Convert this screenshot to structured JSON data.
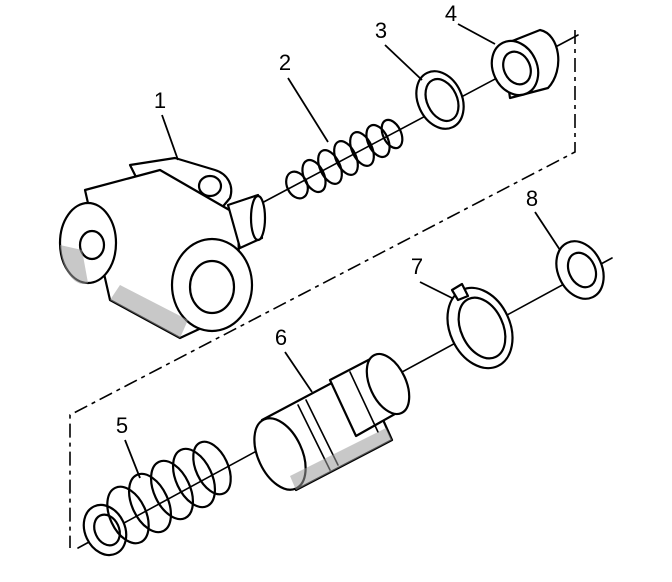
{
  "diagram": {
    "callouts": [
      {
        "id": "1",
        "label": "1"
      },
      {
        "id": "2",
        "label": "2"
      },
      {
        "id": "3",
        "label": "3"
      },
      {
        "id": "4",
        "label": "4"
      },
      {
        "id": "5",
        "label": "5"
      },
      {
        "id": "6",
        "label": "6"
      },
      {
        "id": "7",
        "label": "7"
      },
      {
        "id": "8",
        "label": "8"
      }
    ],
    "colors": {
      "ink": "#000000",
      "paper": "#ffffff",
      "shade": "#9a9a9a"
    }
  }
}
